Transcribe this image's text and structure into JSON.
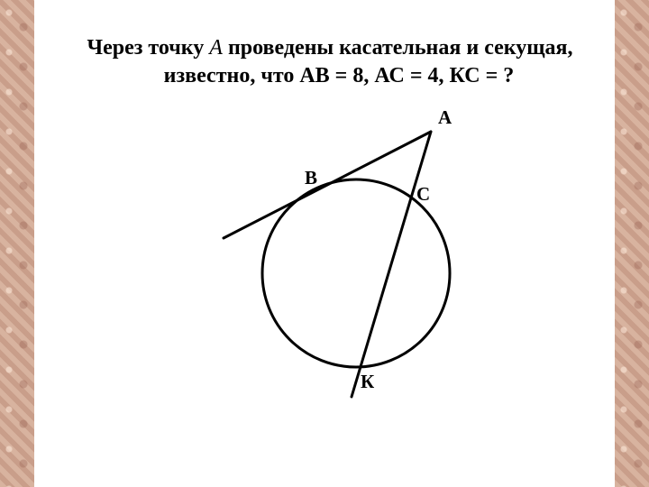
{
  "title": {
    "line1_prefix": "Через точку",
    "line1_point": "А",
    "line1_suffix": "проведены касательная и секущая,",
    "line2": "известно, что АВ = 8, АС = 4, КС = ?"
  },
  "points": {
    "A": "А",
    "B": "В",
    "C": "С",
    "K": "К"
  },
  "colors": {
    "border": "#d9b8a7",
    "frame_line": "#8a1010",
    "slide": "#ffffff",
    "ink": "#000000"
  }
}
